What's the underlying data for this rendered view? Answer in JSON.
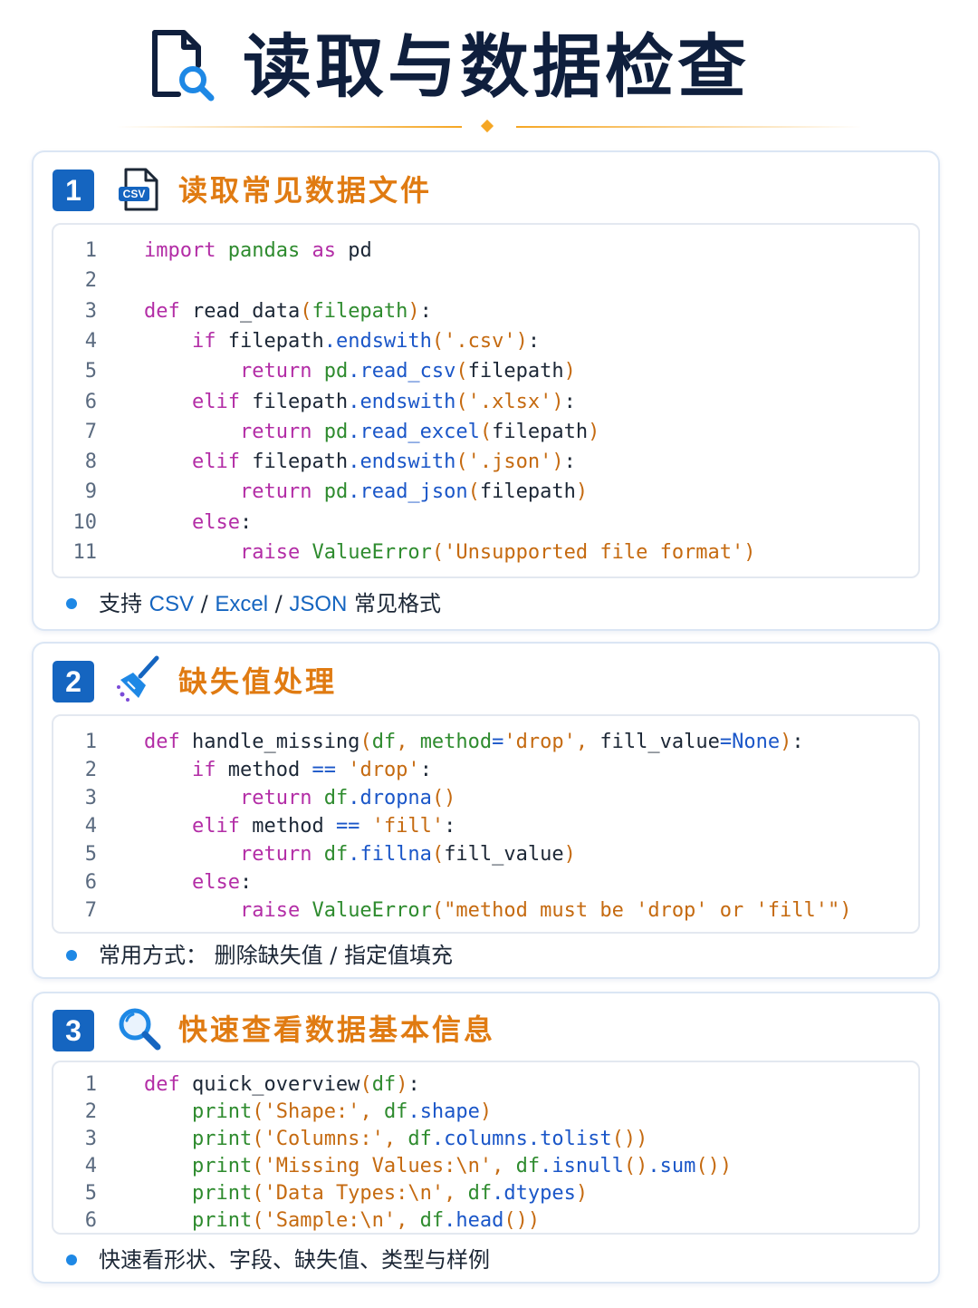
{
  "page": {
    "title": "读取与数据检查",
    "title_icon": "file-search-icon",
    "accent_color": "#f5a623",
    "badge_color": "#1565c0",
    "section_title_color": "#e07b12"
  },
  "sections": [
    {
      "number": "1",
      "icon": "csv-file-icon",
      "icon_label": "CSV",
      "title": "读取常见数据文件",
      "code": [
        {
          "n": "1",
          "t": [
            [
              "kw",
              "import"
            ],
            [
              "",
              "",
              " "
            ],
            [
              "bi",
              "pandas"
            ],
            [
              "",
              " "
            ],
            [
              "kw",
              "as"
            ],
            [
              "",
              " pd"
            ]
          ]
        },
        {
          "n": "2",
          "t": []
        },
        {
          "n": "3",
          "t": [
            [
              "kw",
              "def"
            ],
            [
              "",
              " read_data"
            ],
            [
              "pn",
              "("
            ],
            [
              "bi",
              "filepath"
            ],
            [
              "pn",
              ")"
            ],
            [
              "",
              ":"
            ]
          ]
        },
        {
          "n": "4",
          "t": [
            [
              "",
              "    "
            ],
            [
              "kw",
              "if"
            ],
            [
              "",
              " filepath"
            ],
            [
              "op",
              "."
            ],
            [
              "fn",
              "endswith"
            ],
            [
              "pn",
              "("
            ],
            [
              "st",
              "'.csv'"
            ],
            [
              "pn",
              ")"
            ],
            [
              "",
              ":"
            ]
          ]
        },
        {
          "n": "5",
          "t": [
            [
              "",
              "        "
            ],
            [
              "kw",
              "return"
            ],
            [
              "",
              " "
            ],
            [
              "bi",
              "pd"
            ],
            [
              "op",
              "."
            ],
            [
              "fn",
              "read_csv"
            ],
            [
              "pn",
              "("
            ],
            [
              "",
              "filepath"
            ],
            [
              "pn",
              ")"
            ]
          ]
        },
        {
          "n": "6",
          "t": [
            [
              "",
              "    "
            ],
            [
              "kw",
              "elif"
            ],
            [
              "",
              " filepath"
            ],
            [
              "op",
              "."
            ],
            [
              "fn",
              "endswith"
            ],
            [
              "pn",
              "("
            ],
            [
              "st",
              "'.xlsx'"
            ],
            [
              "pn",
              ")"
            ],
            [
              "",
              ":"
            ]
          ]
        },
        {
          "n": "7",
          "t": [
            [
              "",
              "        "
            ],
            [
              "kw",
              "return"
            ],
            [
              "",
              " "
            ],
            [
              "bi",
              "pd"
            ],
            [
              "op",
              "."
            ],
            [
              "fn",
              "read_excel"
            ],
            [
              "pn",
              "("
            ],
            [
              "",
              "filepath"
            ],
            [
              "pn",
              ")"
            ]
          ]
        },
        {
          "n": "8",
          "t": [
            [
              "",
              "    "
            ],
            [
              "kw",
              "elif"
            ],
            [
              "",
              " filepath"
            ],
            [
              "op",
              "."
            ],
            [
              "fn",
              "endswith"
            ],
            [
              "pn",
              "("
            ],
            [
              "st",
              "'.json'"
            ],
            [
              "pn",
              ")"
            ],
            [
              "",
              ":"
            ]
          ]
        },
        {
          "n": "9",
          "t": [
            [
              "",
              "        "
            ],
            [
              "kw",
              "return"
            ],
            [
              "",
              " "
            ],
            [
              "bi",
              "pd"
            ],
            [
              "op",
              "."
            ],
            [
              "fn",
              "read_json"
            ],
            [
              "pn",
              "("
            ],
            [
              "",
              "filepath"
            ],
            [
              "pn",
              ")"
            ]
          ]
        },
        {
          "n": "10",
          "t": [
            [
              "",
              "    "
            ],
            [
              "kw",
              "else"
            ],
            [
              "",
              ":"
            ]
          ]
        },
        {
          "n": "11",
          "t": [
            [
              "",
              "        "
            ],
            [
              "kw",
              "raise"
            ],
            [
              "",
              " "
            ],
            [
              "bi",
              "ValueError"
            ],
            [
              "pn",
              "("
            ],
            [
              "st",
              "'Unsupported file format'"
            ],
            [
              "pn",
              ")"
            ]
          ]
        }
      ],
      "note": [
        [
          "",
          "支持 "
        ],
        [
          "hl",
          "CSV"
        ],
        [
          "",
          " / "
        ],
        [
          "hl",
          "Excel"
        ],
        [
          "",
          " / "
        ],
        [
          "hl",
          "JSON"
        ],
        [
          "",
          " 常见格式"
        ]
      ]
    },
    {
      "number": "2",
      "icon": "broom-icon",
      "title": "缺失值处理",
      "code": [
        {
          "n": "1",
          "t": [
            [
              "kw",
              "def"
            ],
            [
              "",
              " handle_missing"
            ],
            [
              "pn",
              "("
            ],
            [
              "bi",
              "df"
            ],
            [
              "pn",
              ", "
            ],
            [
              "bi",
              "method"
            ],
            [
              "op",
              "="
            ],
            [
              "st",
              "'drop'"
            ],
            [
              "pn",
              ", "
            ],
            [
              "",
              "fill_value"
            ],
            [
              "op",
              "="
            ],
            [
              "fn",
              "None"
            ],
            [
              "pn",
              ")"
            ],
            [
              "",
              ":"
            ]
          ]
        },
        {
          "n": "2",
          "t": [
            [
              "",
              "    "
            ],
            [
              "kw",
              "if"
            ],
            [
              "",
              " method "
            ],
            [
              "op",
              "=="
            ],
            [
              "",
              " "
            ],
            [
              "st",
              "'drop'"
            ],
            [
              "",
              ":"
            ]
          ]
        },
        {
          "n": "3",
          "t": [
            [
              "",
              "        "
            ],
            [
              "kw",
              "return"
            ],
            [
              "",
              " "
            ],
            [
              "bi",
              "df"
            ],
            [
              "op",
              "."
            ],
            [
              "fn",
              "dropna"
            ],
            [
              "pn",
              "()"
            ]
          ]
        },
        {
          "n": "4",
          "t": [
            [
              "",
              "    "
            ],
            [
              "kw",
              "elif"
            ],
            [
              "",
              " method "
            ],
            [
              "op",
              "=="
            ],
            [
              "",
              " "
            ],
            [
              "st",
              "'fill'"
            ],
            [
              "",
              ":"
            ]
          ]
        },
        {
          "n": "5",
          "t": [
            [
              "",
              "        "
            ],
            [
              "kw",
              "return"
            ],
            [
              "",
              " "
            ],
            [
              "bi",
              "df"
            ],
            [
              "op",
              "."
            ],
            [
              "fn",
              "fillna"
            ],
            [
              "pn",
              "("
            ],
            [
              "",
              "fill_value"
            ],
            [
              "pn",
              ")"
            ]
          ]
        },
        {
          "n": "6",
          "t": [
            [
              "",
              "    "
            ],
            [
              "kw",
              "else"
            ],
            [
              "",
              ":"
            ]
          ]
        },
        {
          "n": "7",
          "t": [
            [
              "",
              "        "
            ],
            [
              "kw",
              "raise"
            ],
            [
              "",
              " "
            ],
            [
              "bi",
              "ValueError"
            ],
            [
              "pn",
              "("
            ],
            [
              "st",
              "\"method must be 'drop' or 'fill'\""
            ],
            [
              "pn",
              ")"
            ]
          ]
        }
      ],
      "note": [
        [
          "",
          "常用方式： 删除缺失值 / 指定值填充"
        ]
      ]
    },
    {
      "number": "3",
      "icon": "magnifier-icon",
      "title": "快速查看数据基本信息",
      "code": [
        {
          "n": "1",
          "t": [
            [
              "kw",
              "def"
            ],
            [
              "",
              " quick_overview"
            ],
            [
              "pn",
              "("
            ],
            [
              "bi",
              "df"
            ],
            [
              "pn",
              ")"
            ],
            [
              "",
              ":"
            ]
          ]
        },
        {
          "n": "2",
          "t": [
            [
              "",
              "    "
            ],
            [
              "bi",
              "print"
            ],
            [
              "pn",
              "("
            ],
            [
              "st",
              "'Shape:'"
            ],
            [
              "pn",
              ", "
            ],
            [
              "bi",
              "df"
            ],
            [
              "op",
              "."
            ],
            [
              "fn",
              "shape"
            ],
            [
              "pn",
              ")"
            ]
          ]
        },
        {
          "n": "3",
          "t": [
            [
              "",
              "    "
            ],
            [
              "bi",
              "print"
            ],
            [
              "pn",
              "("
            ],
            [
              "st",
              "'Columns:'"
            ],
            [
              "pn",
              ", "
            ],
            [
              "bi",
              "df"
            ],
            [
              "op",
              "."
            ],
            [
              "fn",
              "columns"
            ],
            [
              "op",
              "."
            ],
            [
              "fn",
              "tolist"
            ],
            [
              "pn",
              "())"
            ]
          ]
        },
        {
          "n": "4",
          "t": [
            [
              "",
              "    "
            ],
            [
              "bi",
              "print"
            ],
            [
              "pn",
              "("
            ],
            [
              "st",
              "'Missing Values:\\n'"
            ],
            [
              "pn",
              ", "
            ],
            [
              "bi",
              "df"
            ],
            [
              "op",
              "."
            ],
            [
              "fn",
              "isnull"
            ],
            [
              "pn",
              "()"
            ],
            [
              "op",
              "."
            ],
            [
              "fn",
              "sum"
            ],
            [
              "pn",
              "())"
            ]
          ]
        },
        {
          "n": "5",
          "t": [
            [
              "",
              "    "
            ],
            [
              "bi",
              "print"
            ],
            [
              "pn",
              "("
            ],
            [
              "st",
              "'Data Types:\\n'"
            ],
            [
              "pn",
              ", "
            ],
            [
              "bi",
              "df"
            ],
            [
              "op",
              "."
            ],
            [
              "fn",
              "dtypes"
            ],
            [
              "pn",
              ")"
            ]
          ]
        },
        {
          "n": "6",
          "t": [
            [
              "",
              "    "
            ],
            [
              "bi",
              "print"
            ],
            [
              "pn",
              "("
            ],
            [
              "st",
              "'Sample:\\n'"
            ],
            [
              "pn",
              ", "
            ],
            [
              "bi",
              "df"
            ],
            [
              "op",
              "."
            ],
            [
              "fn",
              "head"
            ],
            [
              "pn",
              "())"
            ]
          ]
        }
      ],
      "note": [
        [
          "",
          "快速看形状、字段、缺失值、类型与样例"
        ]
      ]
    }
  ]
}
